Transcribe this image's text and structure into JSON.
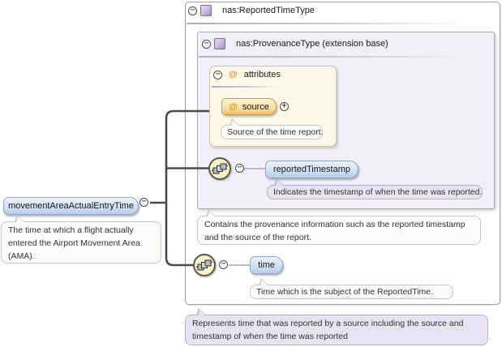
{
  "glyphs": {
    "collapse": "−",
    "expand": "+",
    "at": "@"
  },
  "colors": {
    "element_fill": "#d7e6f7",
    "element_border": "#8ca9cc",
    "attribute_fill": "#fae2a6",
    "attribute_border": "#ce9f3e",
    "type_container_fill": "#f1eff8",
    "attributes_panel_fill": "#fdf8e8",
    "annotation_fill": "#fbfbfa",
    "type_annotation_fill": "#e7e3f3",
    "connector": "#4b4b4b",
    "sequence_icon_fill": "#f7f3c8"
  },
  "element": {
    "label": "movementAreaActualEntryTime",
    "annotation": "The time at which a flight actually entered the Airport Movement Area (AMA)."
  },
  "type": {
    "label": "nas:ReportedTimeType",
    "annotation": "Represents time that was reported by a source including the source and timestamp of when the time was reported"
  },
  "extension_base": {
    "label": "nas:ProvenanceType (extension base)",
    "annotation": "Contains the provenance information such as the reported timestamp and the source of the report."
  },
  "attributes_panel": {
    "label": "attributes",
    "attributes": [
      {
        "label": "source",
        "annotation": "Source of the time report."
      }
    ]
  },
  "sequence_children": [
    {
      "label": "reportedTimestamp",
      "annotation": "Indicates the timestamp of when the time was reported."
    },
    {
      "label": "time",
      "annotation": "Time which is the subject of the ReportedTime."
    }
  ]
}
